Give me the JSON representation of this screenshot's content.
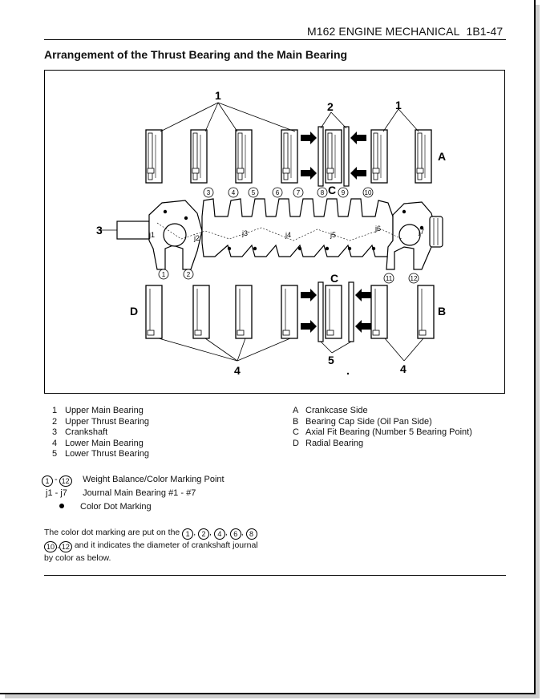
{
  "header": {
    "section": "M162 ENGINE MECHANICAL",
    "page": "1B1-47"
  },
  "title": "Arrangement of the Thrust Bearing and the Main Bearing",
  "figure": {
    "callouts": {
      "c1": "1",
      "c2": "2",
      "c3": "3",
      "c4": "4",
      "c5": "5"
    },
    "letters": {
      "A": "A",
      "B": "B",
      "C_top": "C",
      "C_bottom": "C",
      "D": "D"
    },
    "points": [
      "1",
      "2",
      "3",
      "4",
      "5",
      "6",
      "7",
      "8",
      "9",
      "10",
      "11",
      "12"
    ],
    "journals": [
      "j1",
      "j2",
      "j3",
      "j4",
      "j5",
      "j6",
      "j7"
    ]
  },
  "legend_left": [
    {
      "key": "1",
      "label": "Upper Main Bearing"
    },
    {
      "key": "2",
      "label": "Upper Thrust Bearing"
    },
    {
      "key": "3",
      "label": "Crankshaft"
    },
    {
      "key": "4",
      "label": "Lower Main Bearing"
    },
    {
      "key": "5",
      "label": "Lower Thrust Bearing"
    }
  ],
  "legend_right": [
    {
      "key": "A",
      "label": "Crankcase Side"
    },
    {
      "key": "B",
      "label": "Bearing Cap Side (Oil Pan Side)"
    },
    {
      "key": "C",
      "label": "Axial Fit Bearing (Number 5 Bearing Point)"
    },
    {
      "key": "D",
      "label": "Radial Bearing"
    }
  ],
  "symbols": {
    "range_start": "1",
    "range_dash": "-",
    "range_end": "12",
    "range_label": "Weight Balance/Color Marking Point",
    "journal_key": "j1 - j7",
    "journal_label": "Journal Main Bearing #1 - #7",
    "dot_label": "Color Dot Marking"
  },
  "note": {
    "part1": "The color dot marking are put on the",
    "circled_a": [
      "1",
      "2",
      "4",
      "6",
      "8"
    ],
    "circled_b": [
      "10",
      "12"
    ],
    "part2": "and it indicates the diameter of crankshaft journal",
    "part3": "by color as below."
  }
}
